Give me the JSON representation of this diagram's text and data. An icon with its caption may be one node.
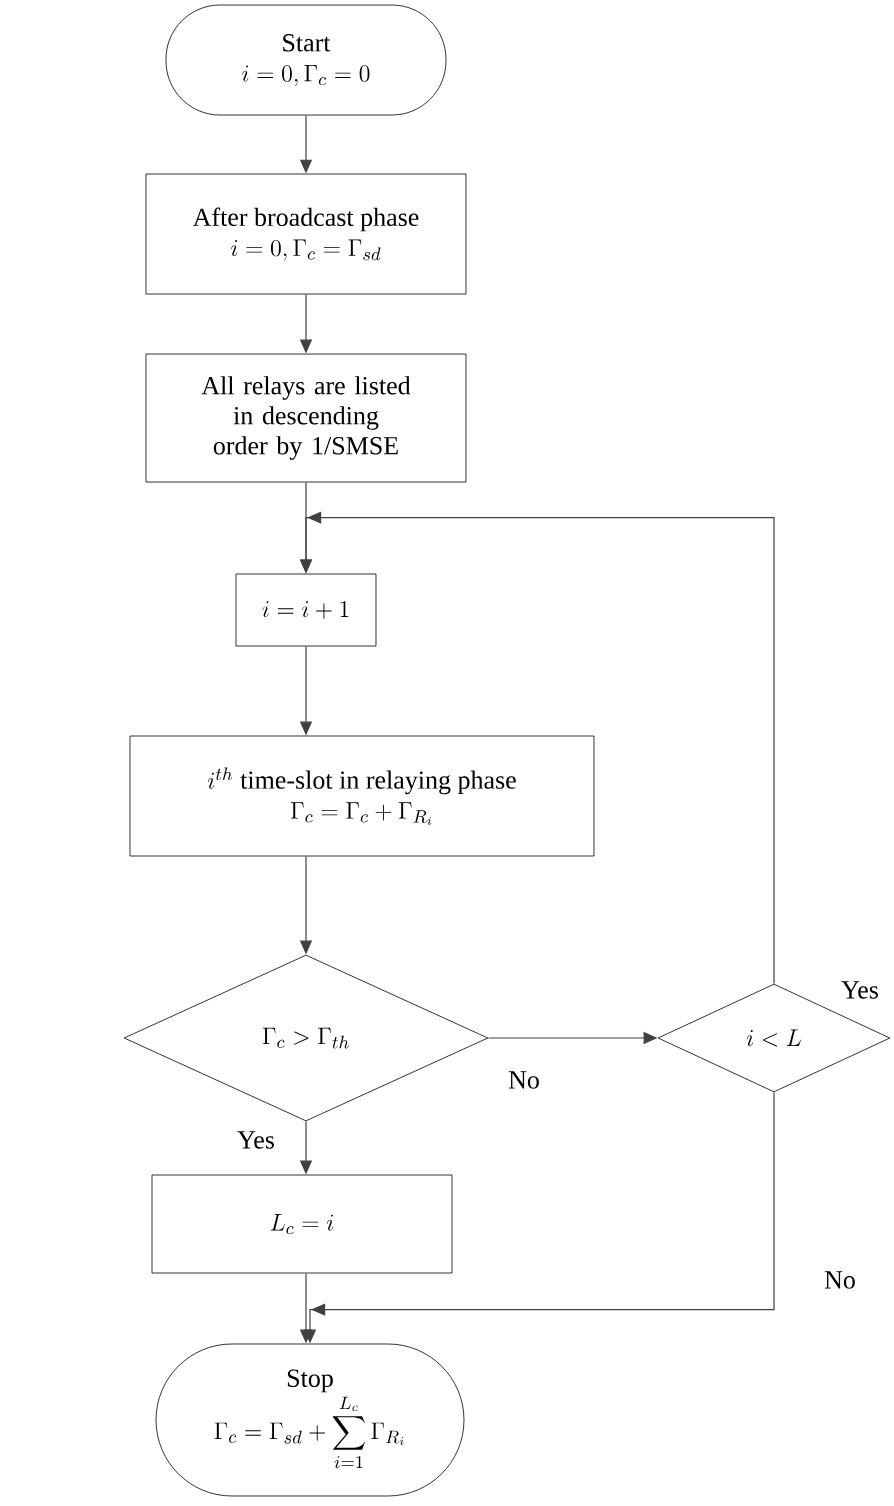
{
  "diagram": {
    "nodes": [
      {
        "text": [
          "Start",
          "i = 0, \\Gamma_c = 0"
        ]
      },
      {
        "text": [
          "After broadcast phase",
          "i = 0, \\Gamma_c = \\Gamma_{sd}"
        ]
      },
      {
        "text": [
          "All relays are listed in descending order by 1/SMSE"
        ]
      },
      {
        "text": [
          "i = i + 1"
        ]
      },
      {
        "text": [
          "i^{th}\\ \\text{time-slot in relaying phase}",
          "\\Gamma_c = \\Gamma_c + \\Gamma_{R_i}"
        ]
      },
      {
        "text": [
          "\\Gamma_c > \\Gamma_{th}"
        ]
      },
      {
        "text": [
          "i < L"
        ]
      },
      {
        "text": [
          "L_c = i"
        ]
      },
      {
        "text": [
          "Stop",
          "\\Gamma_c = \\Gamma_{sd} + \\sum_{i=1}^{L_c} \\Gamma_{R_i}"
        ]
      }
    ],
    "edges": [
      {
        "from": 0,
        "to": 1,
        "arrow": "to"
      },
      {
        "from": 1,
        "to": 2,
        "arrow": "to"
      },
      {
        "from": 2,
        "to": 3,
        "arrow": "to"
      },
      {
        "from": 3,
        "to": 4,
        "arrow": "to"
      },
      {
        "from": 4,
        "to": 5,
        "arrow": "to"
      },
      {
        "from": 5,
        "to": 7,
        "arrow": "to",
        "label": "Yes"
      },
      {
        "from": 5,
        "to": 6,
        "arrow": "to",
        "label": "No"
      },
      {
        "from": 6,
        "to": 3,
        "arrow": "to",
        "label": "Yes"
      },
      {
        "from": 6,
        "to": 8,
        "arrow": "to",
        "label": "No"
      },
      {
        "from": 7,
        "to": 8,
        "arrow": "to"
      }
    ]
  }
}
